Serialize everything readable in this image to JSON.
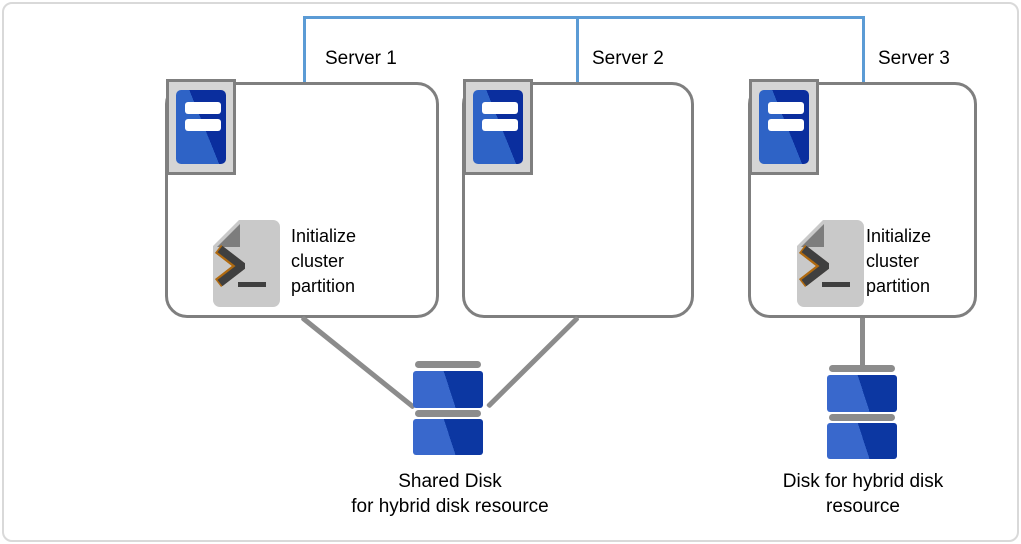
{
  "colors": {
    "connector_blue": "#5B9BD5",
    "connector_gray": "#8C8C8C",
    "box_border": "#7F7F7F",
    "tower_blue_light": "#2E63C6",
    "tower_blue_dark": "#0A2E9E",
    "disk_blue_light": "#3968CC",
    "disk_blue_dark": "#0C37A2",
    "doc_gray": "#C9C9C9",
    "doc_fold": "#7D7D7D",
    "glyph_dark": "#3F3F3F",
    "glyph_accent_orange": "#B06A10"
  },
  "servers": [
    {
      "name": "Server 1",
      "has_script": true,
      "script_label": "Initialize\ncluster\npartition"
    },
    {
      "name": "Server 2",
      "has_script": false,
      "script_label": ""
    },
    {
      "name": "Server 3",
      "has_script": true,
      "script_label": "Initialize\ncluster\npartition"
    }
  ],
  "disks": [
    {
      "label": "Shared Disk\nfor hybrid disk resource",
      "connected_servers": [
        "Server 1",
        "Server 2"
      ]
    },
    {
      "label": "Disk for hybrid disk\nresource",
      "connected_servers": [
        "Server 3"
      ]
    }
  ]
}
